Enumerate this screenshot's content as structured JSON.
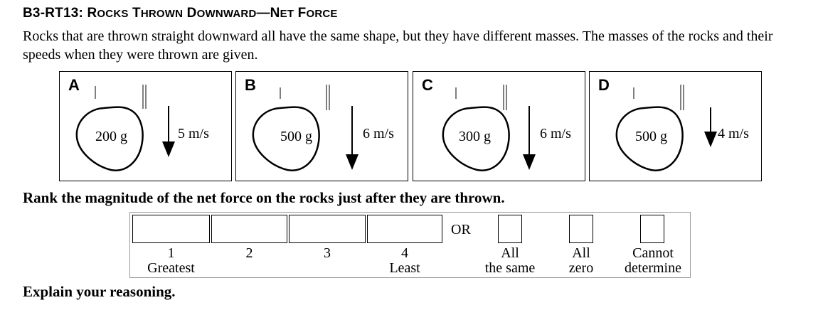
{
  "header": {
    "code": "B3-RT13:",
    "title_r": "R",
    "title_ocks": "OCKS",
    "title_t": "T",
    "title_hrown": "HROWN",
    "title_d": "D",
    "title_ownward": "OWNWARD",
    "title_dash": "—N",
    "title_et": "ET",
    "title_f": "F",
    "title_orce": "ORCE"
  },
  "intro": "Rocks that are thrown straight downward all have the same shape, but they have different masses. The masses of the rocks and their speeds when they were thrown are given.",
  "panels": [
    {
      "label": "A",
      "mass": "200 g",
      "speed": "5 m/s"
    },
    {
      "label": "B",
      "mass": "500 g",
      "speed": "6 m/s"
    },
    {
      "label": "C",
      "mass": "300 g",
      "speed": "6 m/s"
    },
    {
      "label": "D",
      "mass": "500 g",
      "speed": "4 m/s"
    }
  ],
  "question": "Rank the magnitude of the net force on the rocks just after they are thrown.",
  "ranking": {
    "rank1": "1",
    "rank1_sub": "Greatest",
    "rank2": "2",
    "rank3": "3",
    "rank4": "4",
    "rank4_sub": "Least",
    "or": "OR",
    "same_line1": "All",
    "same_line2": "the same",
    "zero_line1": "All",
    "zero_line2": "zero",
    "cannot_line1": "Cannot",
    "cannot_line2": "determine"
  },
  "explain": "Explain your reasoning."
}
